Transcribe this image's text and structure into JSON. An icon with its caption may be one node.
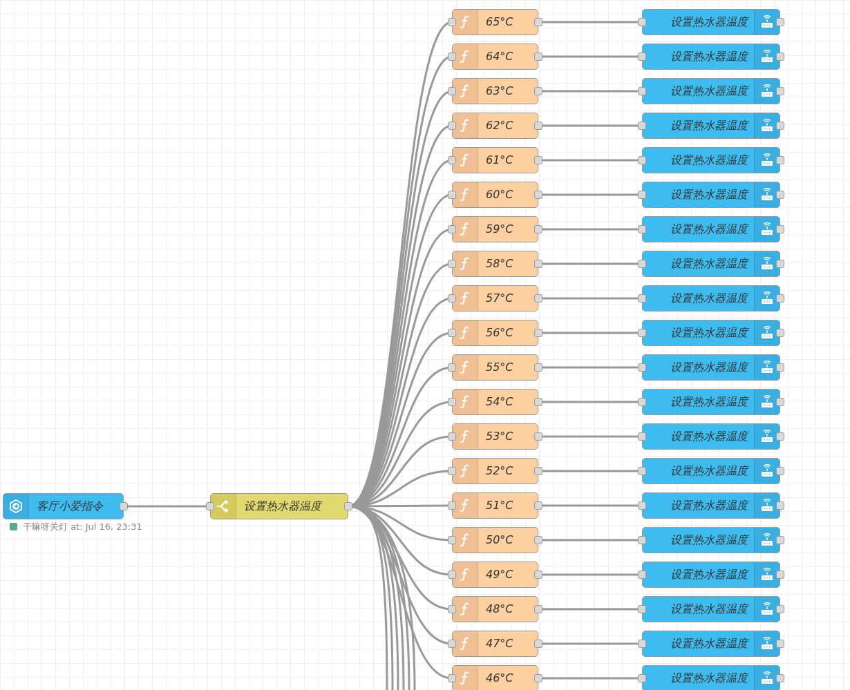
{
  "diagram": {
    "nodes": [
      {
        "text": [
          "客厅小爱指令"
        ],
        "beside": [
          "干嘛呀关灯 at: Jul 16, 23:31"
        ]
      },
      {
        "text": [
          "设置热水器温度"
        ]
      },
      {
        "text": [
          "65°C"
        ]
      },
      {
        "text": [
          "设置热水器温度"
        ]
      },
      {
        "text": [
          "64°C"
        ]
      },
      {
        "text": [
          "设置热水器温度"
        ]
      },
      {
        "text": [
          "63°C"
        ]
      },
      {
        "text": [
          "设置热水器温度"
        ]
      },
      {
        "text": [
          "62°C"
        ]
      },
      {
        "text": [
          "设置热水器温度"
        ]
      },
      {
        "text": [
          "61°C"
        ]
      },
      {
        "text": [
          "设置热水器温度"
        ]
      },
      {
        "text": [
          "60°C"
        ]
      },
      {
        "text": [
          "设置热水器温度"
        ]
      },
      {
        "text": [
          "59°C"
        ]
      },
      {
        "text": [
          "设置热水器温度"
        ]
      },
      {
        "text": [
          "58°C"
        ]
      },
      {
        "text": [
          "设置热水器温度"
        ]
      },
      {
        "text": [
          "57°C"
        ]
      },
      {
        "text": [
          "设置热水器温度"
        ]
      },
      {
        "text": [
          "56°C"
        ]
      },
      {
        "text": [
          "设置热水器温度"
        ]
      },
      {
        "text": [
          "55°C"
        ]
      },
      {
        "text": [
          "设置热水器温度"
        ]
      },
      {
        "text": [
          "54°C"
        ]
      },
      {
        "text": [
          "设置热水器温度"
        ]
      },
      {
        "text": [
          "53°C"
        ]
      },
      {
        "text": [
          "设置热水器温度"
        ]
      },
      {
        "text": [
          "52°C"
        ]
      },
      {
        "text": [
          "设置热水器温度"
        ]
      },
      {
        "text": [
          "51°C"
        ]
      },
      {
        "text": [
          "设置热水器温度"
        ]
      },
      {
        "text": [
          "50°C"
        ]
      },
      {
        "text": [
          "设置热水器温度"
        ]
      },
      {
        "text": [
          "49°C"
        ]
      },
      {
        "text": [
          "设置热水器温度"
        ]
      },
      {
        "text": [
          "48°C"
        ]
      },
      {
        "text": [
          "设置热水器温度"
        ]
      },
      {
        "text": [
          "47°C"
        ]
      },
      {
        "text": [
          "设置热水器温度"
        ]
      },
      {
        "text": [
          "46°C"
        ]
      },
      {
        "text": [
          "设置热水器温度"
        ]
      }
    ],
    "edges": [
      {
        "from": 0,
        "to": 1,
        "arrow": "none"
      },
      {
        "from": 1,
        "to": 2,
        "arrow": "none"
      },
      {
        "from": 2,
        "to": 3,
        "arrow": "none"
      },
      {
        "from": 1,
        "to": 4,
        "arrow": "none"
      },
      {
        "from": 4,
        "to": 5,
        "arrow": "none"
      },
      {
        "from": 1,
        "to": 6,
        "arrow": "none"
      },
      {
        "from": 6,
        "to": 7,
        "arrow": "none"
      },
      {
        "from": 1,
        "to": 8,
        "arrow": "none"
      },
      {
        "from": 8,
        "to": 9,
        "arrow": "none"
      },
      {
        "from": 1,
        "to": 10,
        "arrow": "none"
      },
      {
        "from": 10,
        "to": 11,
        "arrow": "none"
      },
      {
        "from": 1,
        "to": 12,
        "arrow": "none"
      },
      {
        "from": 12,
        "to": 13,
        "arrow": "none"
      },
      {
        "from": 1,
        "to": 14,
        "arrow": "none"
      },
      {
        "from": 14,
        "to": 15,
        "arrow": "none"
      },
      {
        "from": 1,
        "to": 16,
        "arrow": "none"
      },
      {
        "from": 16,
        "to": 17,
        "arrow": "none"
      },
      {
        "from": 1,
        "to": 18,
        "arrow": "none"
      },
      {
        "from": 18,
        "to": 19,
        "arrow": "none"
      },
      {
        "from": 1,
        "to": 20,
        "arrow": "none"
      },
      {
        "from": 20,
        "to": 21,
        "arrow": "none"
      },
      {
        "from": 1,
        "to": 22,
        "arrow": "none"
      },
      {
        "from": 22,
        "to": 23,
        "arrow": "none"
      },
      {
        "from": 1,
        "to": 24,
        "arrow": "none"
      },
      {
        "from": 24,
        "to": 25,
        "arrow": "none"
      },
      {
        "from": 1,
        "to": 26,
        "arrow": "none"
      },
      {
        "from": 26,
        "to": 27,
        "arrow": "none"
      },
      {
        "from": 1,
        "to": 28,
        "arrow": "none"
      },
      {
        "from": 28,
        "to": 29,
        "arrow": "none"
      },
      {
        "from": 1,
        "to": 30,
        "arrow": "none"
      },
      {
        "from": 30,
        "to": 31,
        "arrow": "none"
      },
      {
        "from": 1,
        "to": 32,
        "arrow": "none"
      },
      {
        "from": 32,
        "to": 33,
        "arrow": "none"
      },
      {
        "from": 1,
        "to": 34,
        "arrow": "none"
      },
      {
        "from": 34,
        "to": 35,
        "arrow": "none"
      },
      {
        "from": 1,
        "to": 36,
        "arrow": "none"
      },
      {
        "from": 36,
        "to": 37,
        "arrow": "none"
      },
      {
        "from": 1,
        "to": 38,
        "arrow": "none"
      },
      {
        "from": 38,
        "to": 39,
        "arrow": "none"
      },
      {
        "from": 1,
        "to": 40,
        "arrow": "none"
      },
      {
        "from": 40,
        "to": 41,
        "arrow": "none"
      },
      {
        "from": 1,
        "to": null,
        "arrow": "none"
      },
      {
        "from": 1,
        "to": null,
        "arrow": "none"
      },
      {
        "from": 1,
        "to": null,
        "arrow": "none"
      },
      {
        "from": 1,
        "to": null,
        "arrow": "none"
      },
      {
        "from": 1,
        "to": null,
        "arrow": "none"
      },
      {
        "from": 1,
        "to": null,
        "arrow": "none"
      }
    ]
  }
}
